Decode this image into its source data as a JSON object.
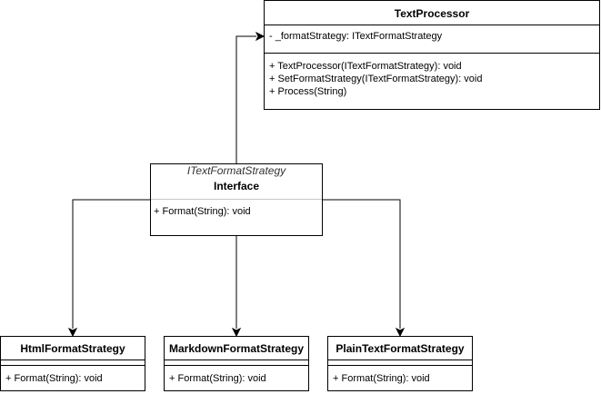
{
  "diagram": {
    "text_processor": {
      "name": "TextProcessor",
      "fields": [
        "- _formatStrategy: ITextFormatStrategy"
      ],
      "methods": [
        "+ TextProcessor(ITextFormatStrategy): void",
        "+ SetFormatStrategy(ITextFormatStrategy): void",
        "+ Process(String)"
      ]
    },
    "interface": {
      "stereotype": "ITextFormatStrategy",
      "name": "Interface",
      "methods": [
        "+ Format(String): void"
      ]
    },
    "strategies": [
      {
        "name": "HtmlFormatStrategy",
        "methods": [
          "+ Format(String): void"
        ]
      },
      {
        "name": "MarkdownFormatStrategy",
        "methods": [
          "+ Format(String): void"
        ]
      },
      {
        "name": "PlainTextFormatStrategy",
        "methods": [
          "+ Format(String): void"
        ]
      }
    ],
    "colors": {
      "line": "#000000",
      "background": "#ffffff",
      "stereotype_text": "#333333"
    }
  }
}
